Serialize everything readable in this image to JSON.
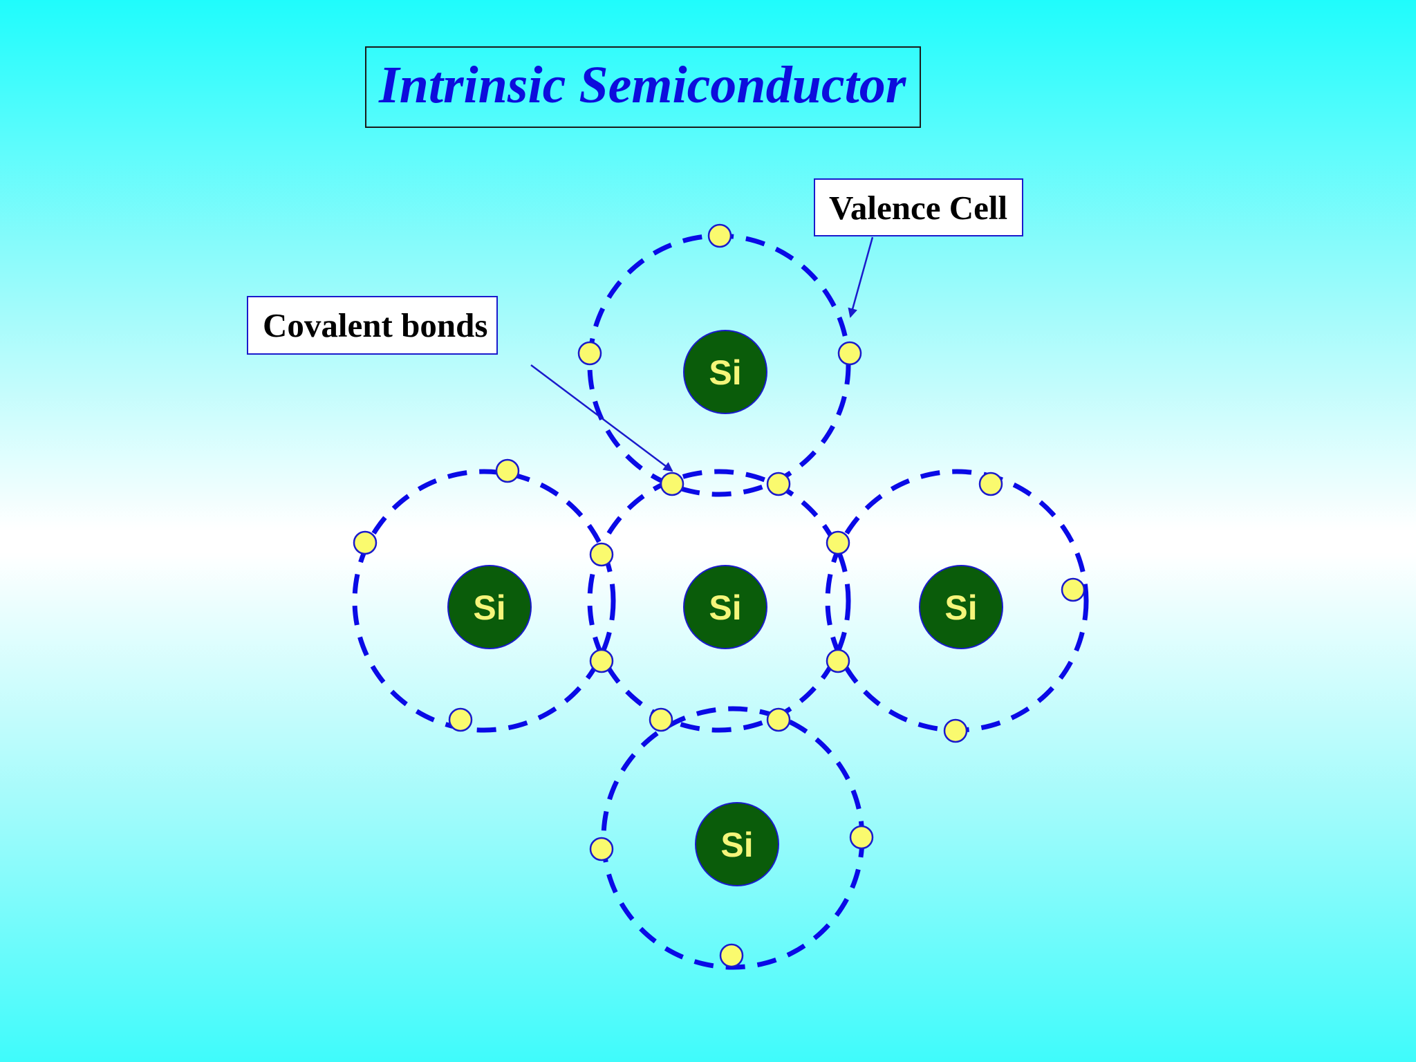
{
  "title": "Intrinsic Semiconductor",
  "labels": {
    "valence_cell": "Valence Cell",
    "covalent_bonds": "Covalent bonds"
  },
  "atoms": [
    {
      "symbol": "Si"
    },
    {
      "symbol": "Si"
    },
    {
      "symbol": "Si"
    },
    {
      "symbol": "Si"
    },
    {
      "symbol": "Si"
    }
  ],
  "colors": {
    "orbit": "#0a0ae6",
    "nucleus_fill": "#0a5c0a",
    "nucleus_text": "#f5f57a",
    "electron_fill": "#fafa6e",
    "electron_stroke": "#1a1acc",
    "title": "#0d0ddc",
    "arrow": "#1a1acc"
  }
}
